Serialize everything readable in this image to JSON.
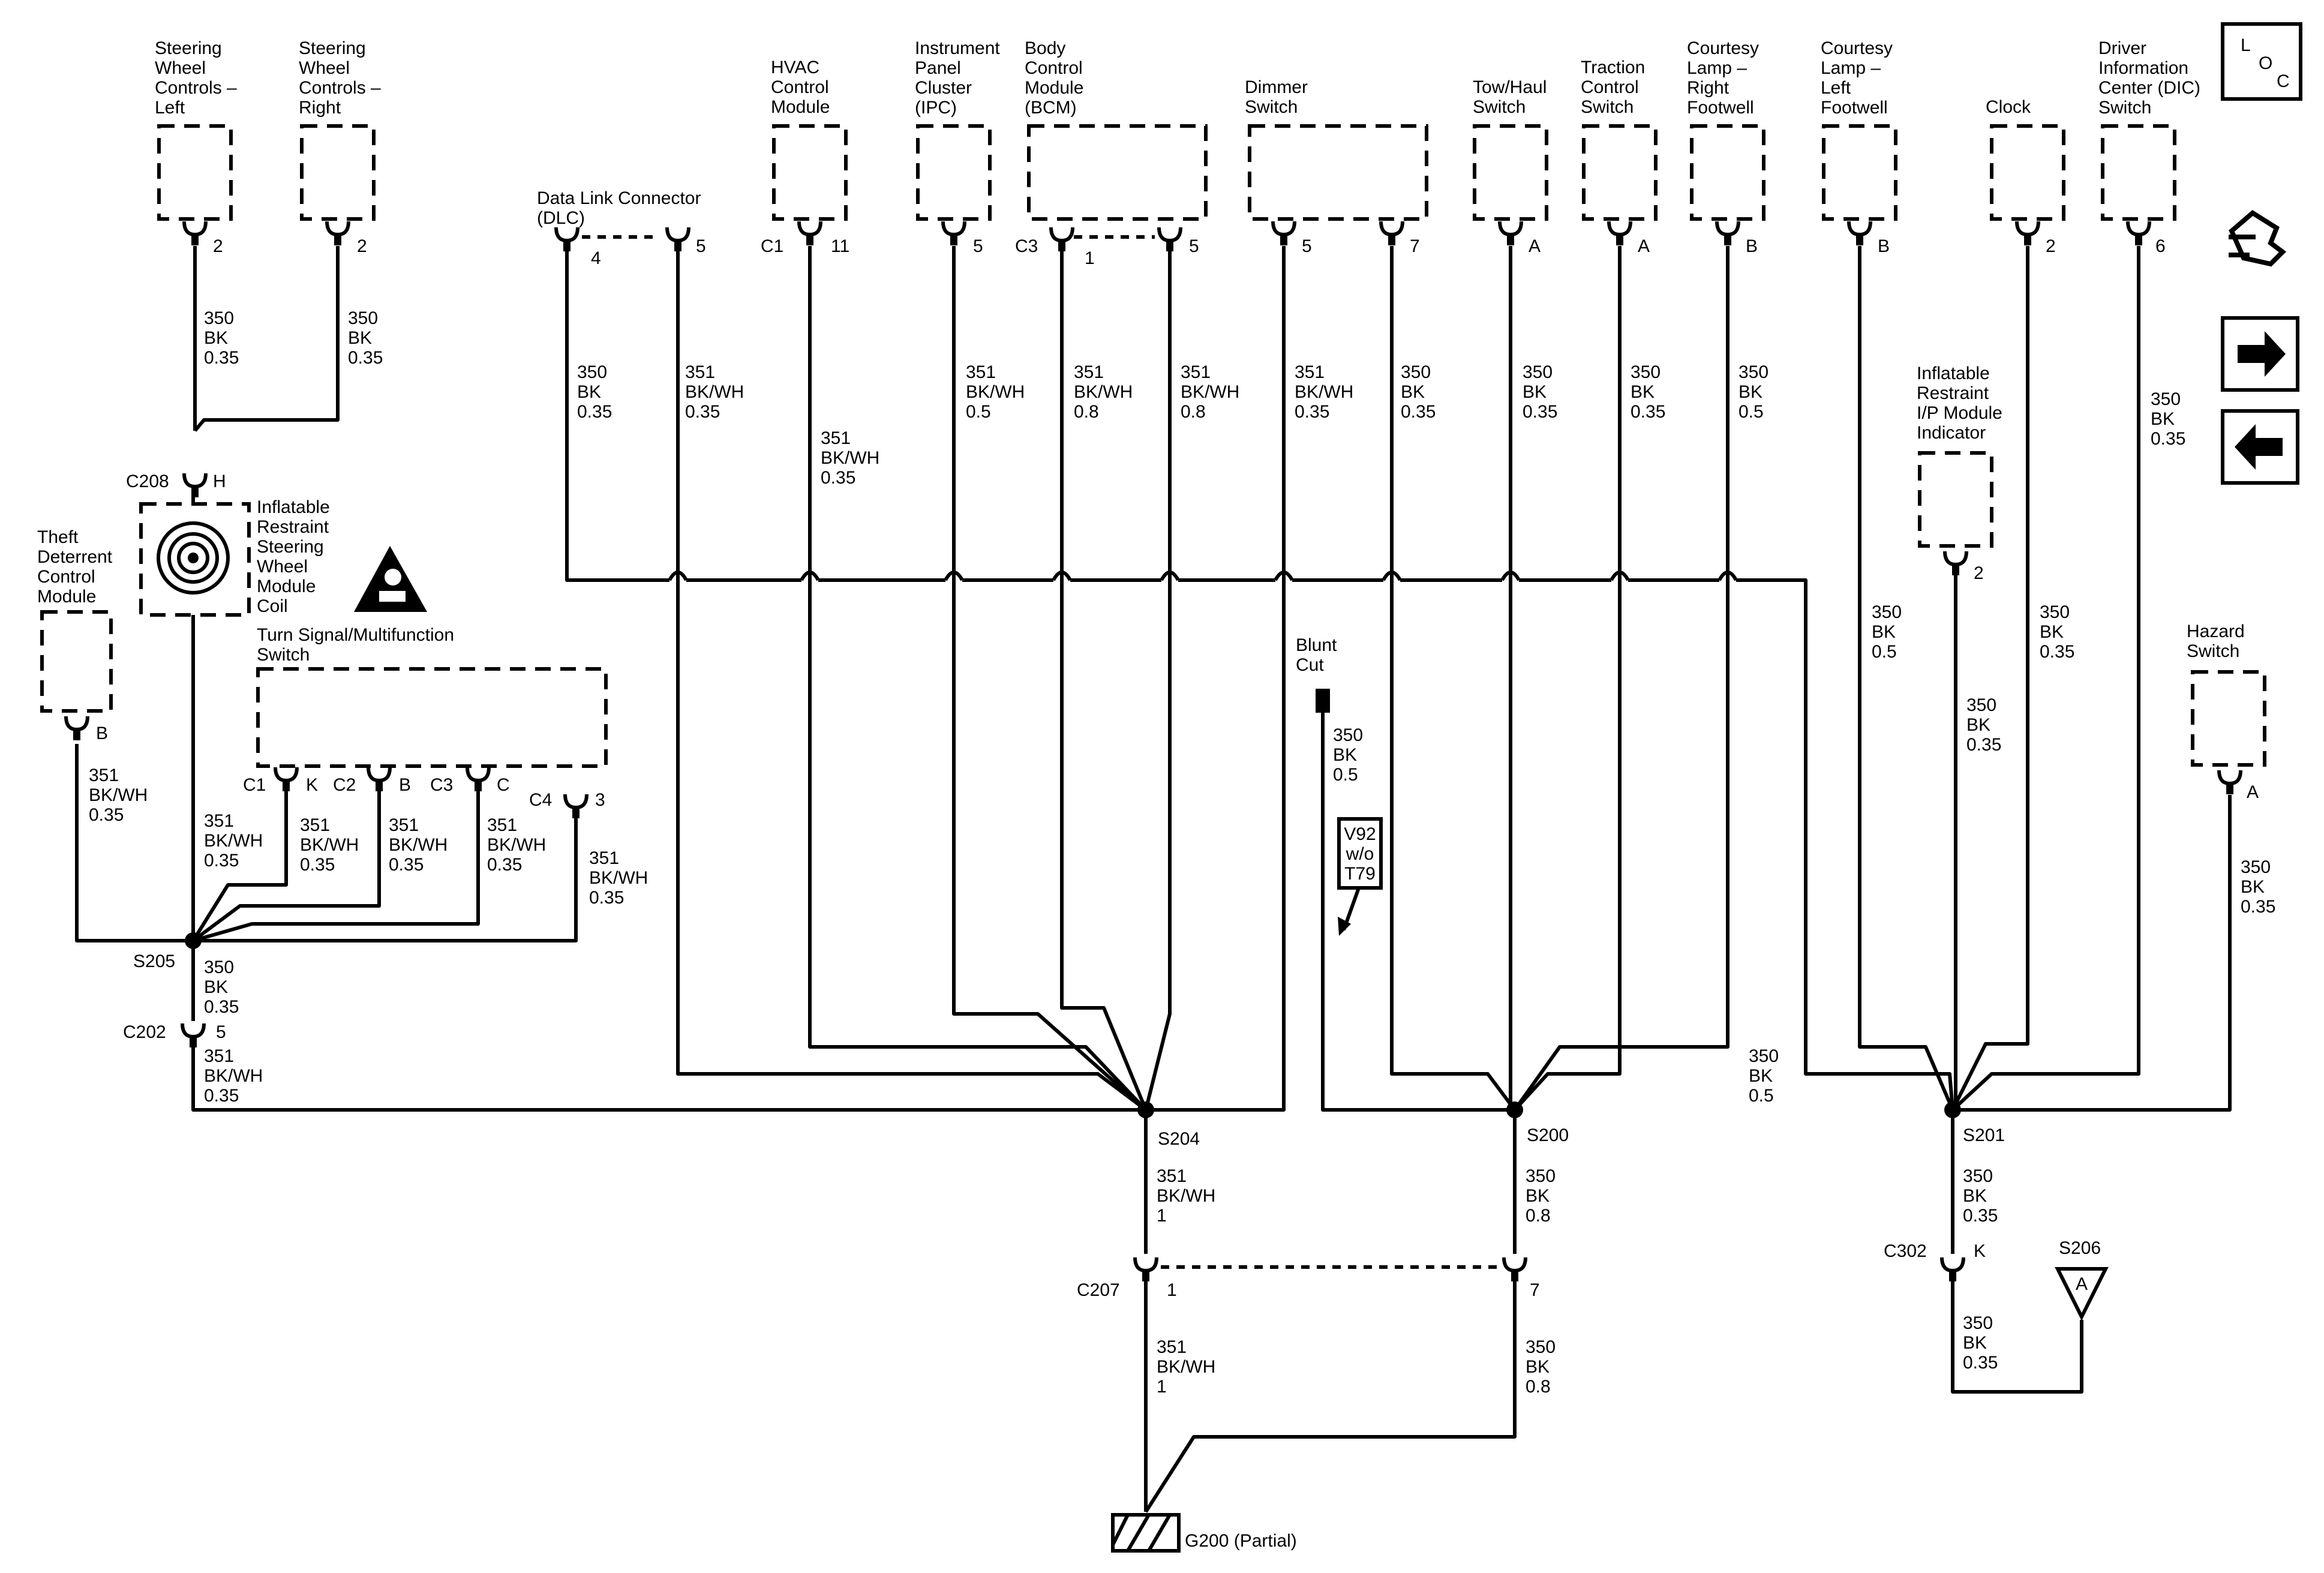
{
  "components": {
    "steering_left": "Steering\nWheel\nControls –\nLeft",
    "steering_right": "Steering\nWheel\nControls –\nRight",
    "hvac": "HVAC\nControl\nModule",
    "ipc": "Instrument\nPanel\nCluster\n(IPC)",
    "bcm": "Body\nControl\nModule\n(BCM)",
    "dimmer": "Dimmer\nSwitch",
    "tow_haul": "Tow/Haul\nSwitch",
    "traction": "Traction\nControl\nSwitch",
    "courtesy_right": "Courtesy\nLamp –\nRight\nFootwell",
    "courtesy_left": "Courtesy\nLamp –\nLeft\nFootwell",
    "clock": "Clock",
    "dic": "Driver\nInformation\nCenter (DIC)\nSwitch",
    "dlc": "Data Link Connector\n(DLC)",
    "coil": "Inflatable\nRestraint\nSteering\nWheel\nModule\nCoil",
    "theft": "Theft\nDeterrent\nControl\nModule",
    "turn_signal": "Turn Signal/Multifunction\nSwitch",
    "ir_indicator": "Inflatable\nRestraint\nI/P Module\nIndicator",
    "hazard": "Hazard\nSwitch",
    "blunt_cut": "Blunt\nCut",
    "ground": "G200 (Partial)"
  },
  "connectors": {
    "c208": "C208",
    "c202": "C202",
    "c207": "C207",
    "c302": "C302",
    "c1": "C1",
    "c2": "C2",
    "c3": "C3",
    "c4": "C4"
  },
  "splices": {
    "s205": "S205",
    "s204": "S204",
    "s200": "S200",
    "s201": "S201",
    "s206": "S206"
  },
  "pins": {
    "p2": "2",
    "p4": "4",
    "p5": "5",
    "p11": "11",
    "p1": "1",
    "p7": "7",
    "p6": "6",
    "pA": "A",
    "pB": "B",
    "pH": "H",
    "pK": "K",
    "pC": "C",
    "p3": "3"
  },
  "wires": {
    "w350_035": "350\nBK\n0.35",
    "w350_05": "350\nBK\n0.5",
    "w350_08": "350\nBK\n0.8",
    "w351_035": "351\nBK/WH\n0.35",
    "w351_05": "351\nBK/WH\n0.5",
    "w351_08": "351\nBK/WH\n0.8",
    "w351_1": "351\nBK/WH\n1"
  },
  "option_tag": "V92\nw/o\nT79",
  "loc_icon": {
    "l": "L",
    "o": "O",
    "c": "C"
  },
  "side_icons": [
    "connector-tool-icon",
    "arrow-right-icon",
    "arrow-left-icon"
  ]
}
